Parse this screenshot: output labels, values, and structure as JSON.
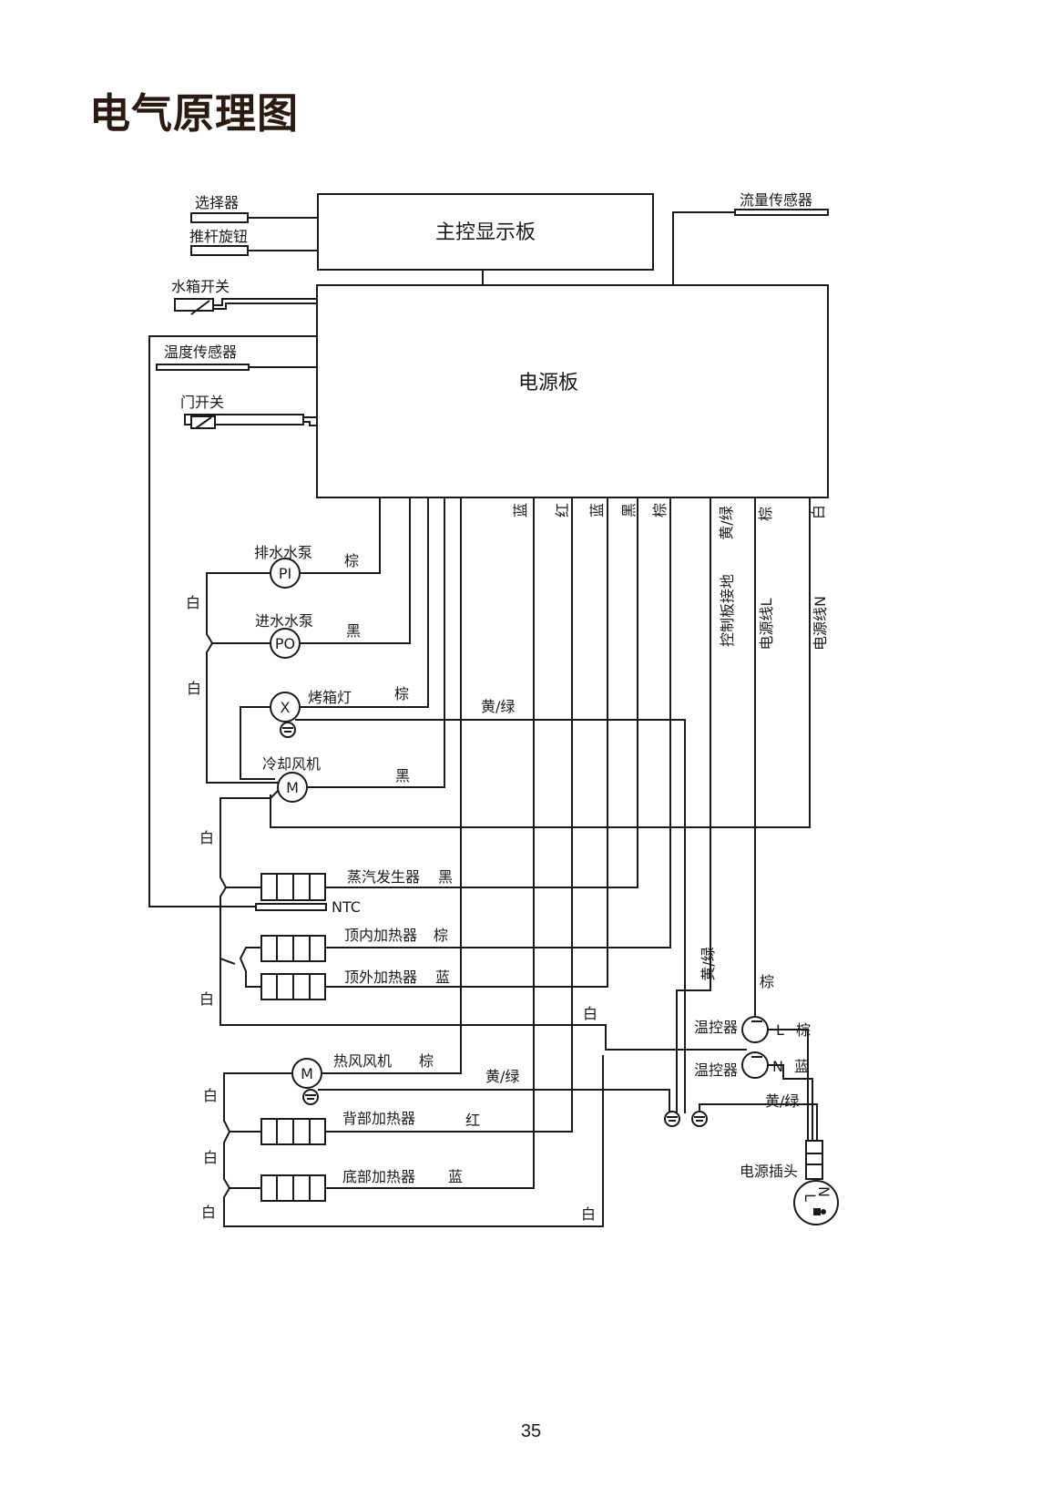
{
  "title": "电气原理图",
  "page_number": "35",
  "boards": {
    "main_control": "主控显示板",
    "power_board": "电源板"
  },
  "inputs": {
    "selector": "选择器",
    "push_knob": "推杆旋钮",
    "flow_sensor": "流量传感器",
    "tank_switch": "水箱开关",
    "temp_sensor": "温度传感器",
    "door_switch": "门开关"
  },
  "board_wires": [
    "蓝",
    "红",
    "蓝",
    "黑",
    "棕",
    "黄/绿",
    "棕",
    "白"
  ],
  "vertical_labels": {
    "ground": "控制板接地",
    "line_l": "电源线L",
    "line_n": "电源线N"
  },
  "components": {
    "drain_pump": {
      "label": "排水水泵",
      "symbol": "PI",
      "wire": "棕"
    },
    "inlet_pump": {
      "label": "进水水泵",
      "symbol": "PO",
      "wire": "黑"
    },
    "oven_lamp": {
      "label": "烤箱灯",
      "symbol": "X",
      "wire": "棕",
      "ground_wire": "黄/绿"
    },
    "cooling_fan": {
      "label": "冷却风机",
      "symbol": "M",
      "wire": "黑"
    },
    "steam_generator": {
      "label": "蒸汽发生器",
      "wire": "黑"
    },
    "ntc": {
      "label": "NTC"
    },
    "top_inner_heater": {
      "label": "顶内加热器",
      "wire": "棕"
    },
    "top_outer_heater": {
      "label": "顶外加热器",
      "wire": "蓝"
    },
    "hot_air_fan": {
      "label": "热风风机",
      "symbol": "M",
      "wire": "棕",
      "ground_wire": "黄/绿"
    },
    "back_heater": {
      "label": "背部加热器",
      "wire": "红"
    },
    "bottom_heater": {
      "label": "底部加热器",
      "wire": "蓝"
    }
  },
  "neutral_labels": [
    "白",
    "白",
    "白",
    "白",
    "白",
    "白",
    "白",
    "白"
  ],
  "right_side": {
    "thermostat_1": "温控器",
    "thermostat_2": "温控器",
    "l_terminal": "L",
    "n_terminal": "N",
    "l_color": "棕",
    "n_color": "蓝",
    "vertical_yg": "黄/绿",
    "vertical_brown": "棕",
    "neutral_white": "白",
    "plug_ground": "黄/绿",
    "plug_label": "电源插头",
    "plug_l": "L",
    "plug_n": "N"
  }
}
